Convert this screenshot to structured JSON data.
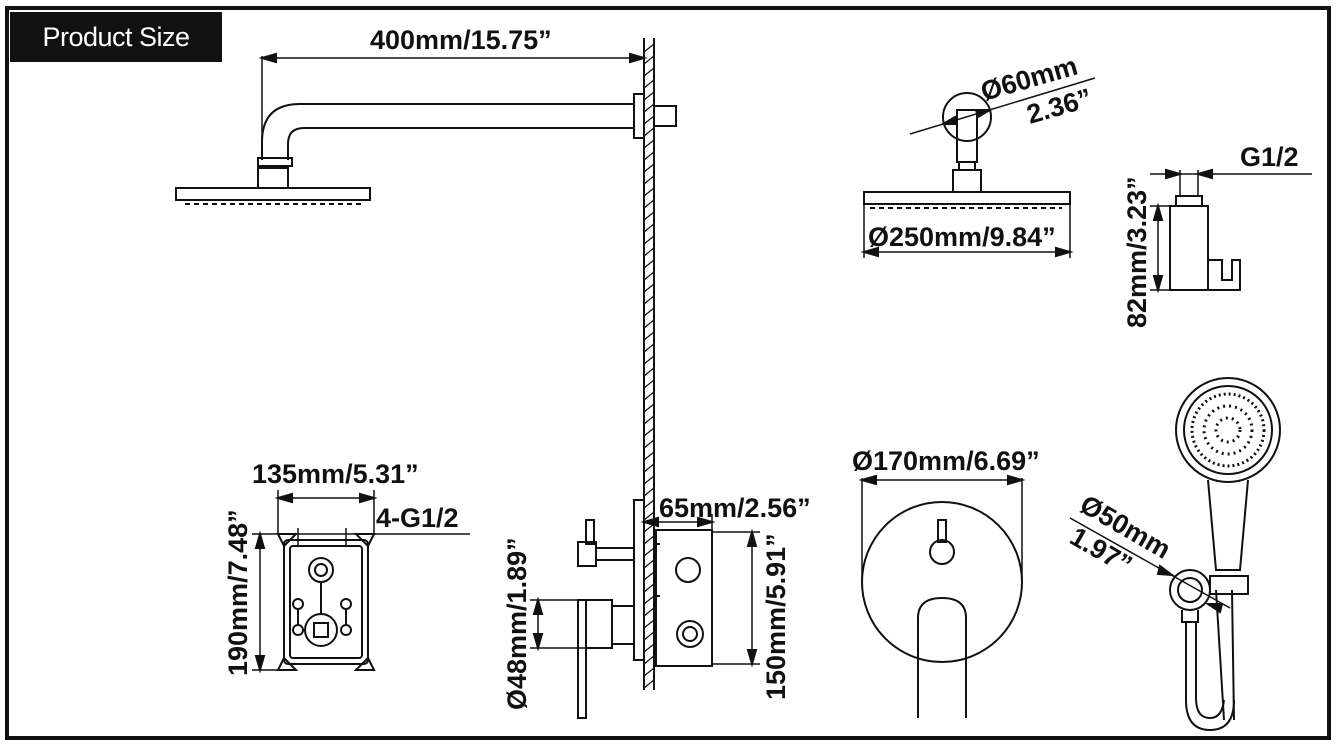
{
  "header": {
    "title": "Product Size"
  },
  "dimensions": {
    "arm_length": "400mm/15.75”",
    "flange_dia_mm": "Ø60mm",
    "flange_dia_in": "2.36”",
    "head_dia": "Ø250mm/9.84”",
    "holder_thread": "G1/2",
    "holder_height": "82mm/3.23”",
    "box_width": "135mm/5.31”",
    "box_thread": "4-G1/2",
    "box_height": "190mm/7.48”",
    "trim_depth": "65mm/2.56”",
    "handle_dia": "Ø48mm/1.89”",
    "box_depth": "150mm/5.91”",
    "plate_dia": "Ø170mm/6.69”",
    "hand_dia_mm": "Ø50mm",
    "hand_dia_in": "1.97”"
  }
}
